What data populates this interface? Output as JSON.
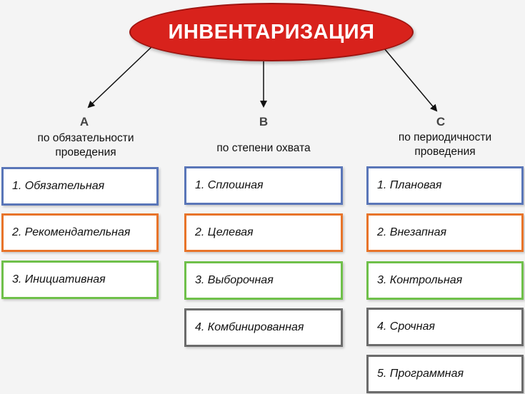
{
  "title": "ИНВЕНТАРИЗАЦИЯ",
  "colors": {
    "title_fill": "#d8221c",
    "blue": "#5a76b8",
    "orange": "#e8742a",
    "green": "#6fc04a",
    "gray": "#6b6b6b"
  },
  "categories": [
    {
      "letter": "A",
      "label_line1": "по обязательности",
      "label_line2": "проведения",
      "items": [
        {
          "text": "1. Обязательная",
          "color": "blue"
        },
        {
          "text": "2. Рекомендательная",
          "color": "orange"
        },
        {
          "text": "3. Инициативная",
          "color": "green"
        }
      ]
    },
    {
      "letter": "B",
      "label_line1": "по степени охвата",
      "label_line2": "",
      "items": [
        {
          "text": "1. Сплошная",
          "color": "blue"
        },
        {
          "text": "2. Целевая",
          "color": "orange"
        },
        {
          "text": "3. Выборочная",
          "color": "green"
        },
        {
          "text": "4. Комбинированная",
          "color": "gray"
        }
      ]
    },
    {
      "letter": "C",
      "label_line1": "по периодичности",
      "label_line2": "проведения",
      "items": [
        {
          "text": "1. Плановая",
          "color": "blue"
        },
        {
          "text": "2. Внезапная",
          "color": "orange"
        },
        {
          "text": "3. Контрольная",
          "color": "green"
        },
        {
          "text": "4. Срочная",
          "color": "gray"
        },
        {
          "text": "5. Программная",
          "color": "gray"
        }
      ]
    }
  ]
}
